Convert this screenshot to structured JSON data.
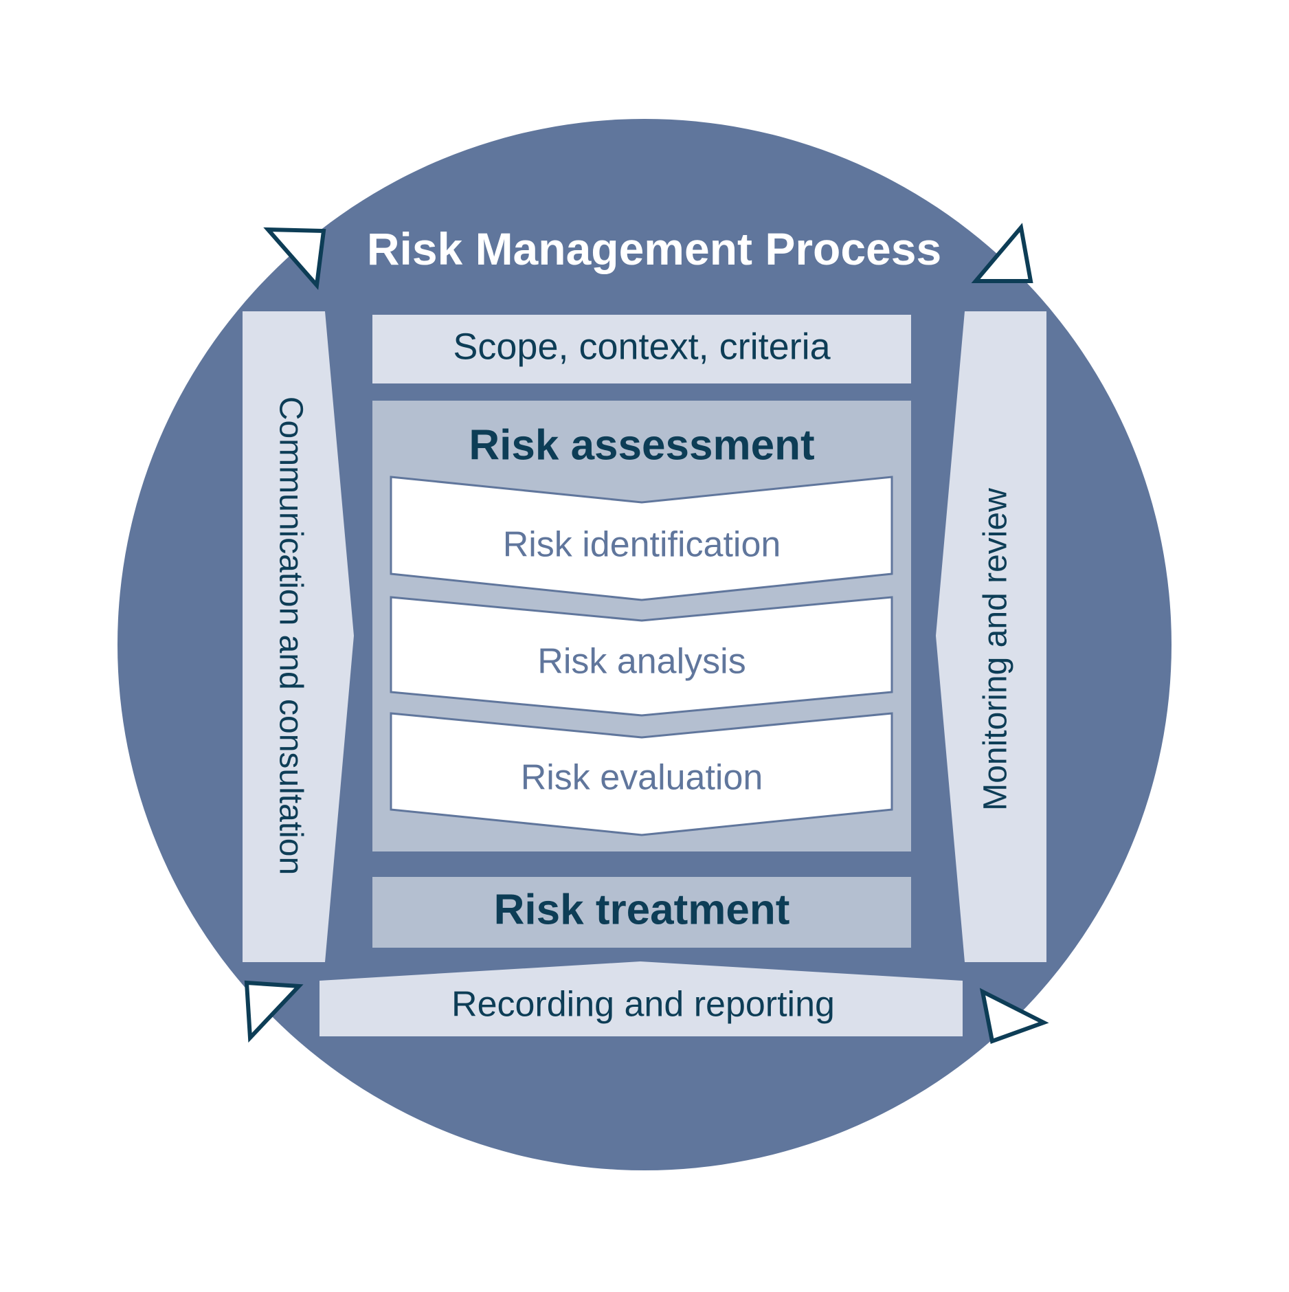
{
  "diagram": {
    "title": "Risk Management Process",
    "scope": "Scope, context, criteria",
    "assessment": {
      "heading": "Risk assessment",
      "steps": [
        "Risk identification",
        "Risk analysis",
        "Risk evaluation"
      ]
    },
    "treatment": "Risk treatment",
    "left_band": "Communication and consultation",
    "right_band": "Monitoring and review",
    "bottom_band": "Recording and reporting"
  },
  "colors": {
    "circle": "#60769c",
    "band_fill": "#dbe0eb",
    "assessment_fill": "#b4bfd0",
    "step_fill": "#ffffff",
    "step_stroke": "#60769c",
    "step_text": "#60769c",
    "dark_text": "#0d3d56",
    "title_text": "#ffffff",
    "arrow_stroke": "#0d3d56"
  }
}
